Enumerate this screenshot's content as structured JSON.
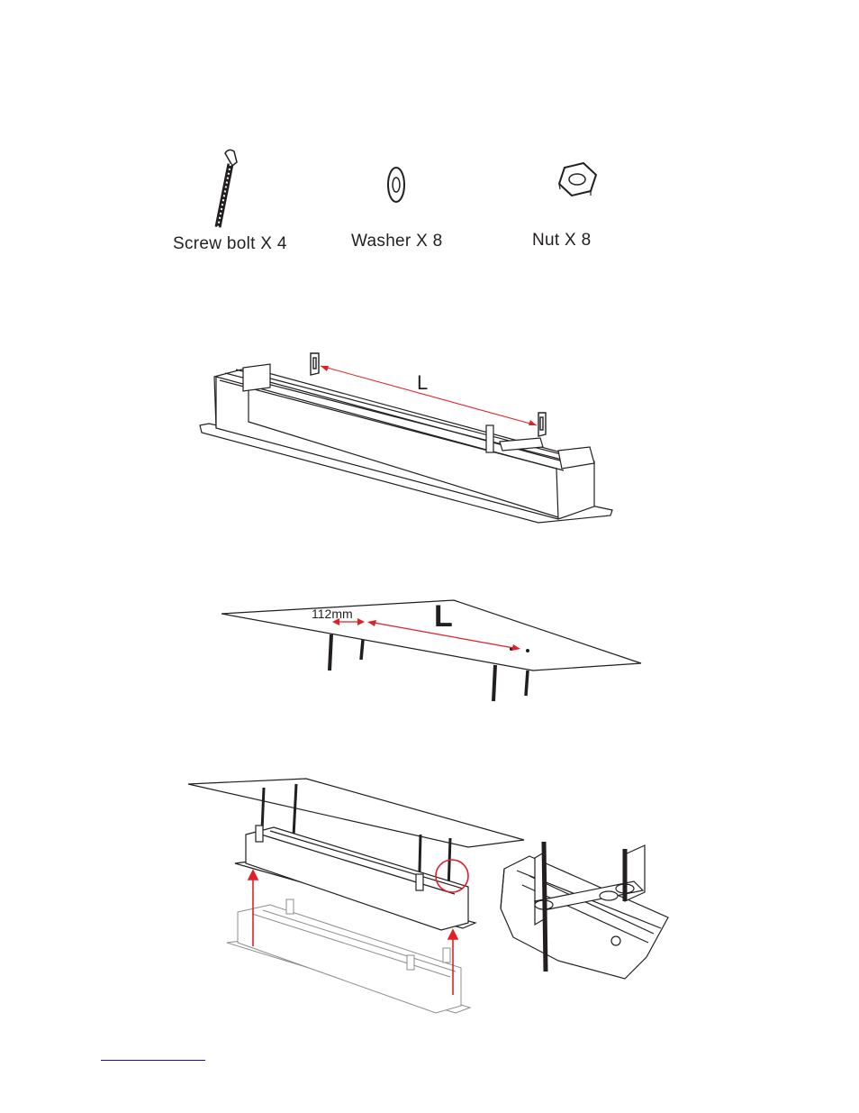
{
  "parts": {
    "screw": {
      "label": "Screw bolt X 4"
    },
    "washer": {
      "label": "Washer X 8"
    },
    "nut": {
      "label": "Nut  X  8"
    }
  },
  "figure_housing": {
    "dimension_label": "L"
  },
  "figure_ceiling": {
    "spacing_label": "112mm",
    "dimension_label": "L"
  },
  "footer": {
    "link_text": ""
  },
  "colors": {
    "line": "#231f20",
    "accent": "#e31e24"
  }
}
